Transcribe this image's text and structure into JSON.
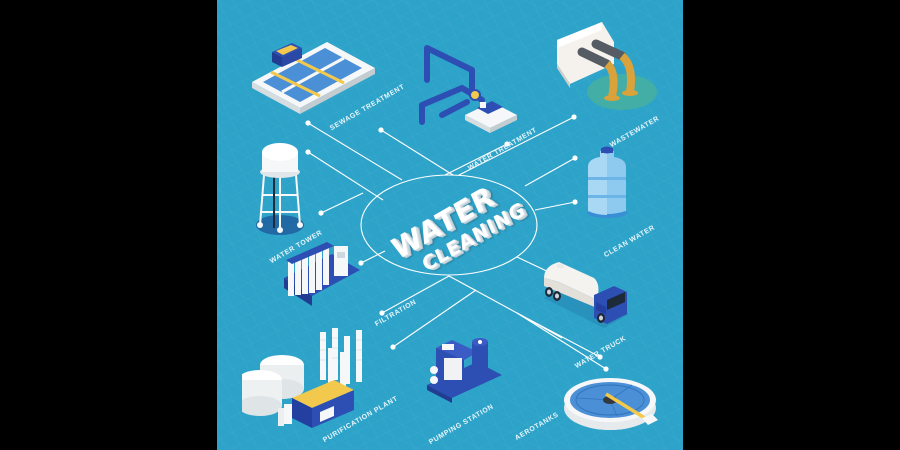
{
  "title": {
    "line1": "WATER",
    "line2": "CLEANING"
  },
  "colors": {
    "background": "#2ea3c9",
    "frame": "#000000",
    "line": "#ffffff",
    "label": "#e8f6fb",
    "accent_blue": "#2d4fb3",
    "accent_yellow": "#f2c94c",
    "wastewater": "#d9a23a"
  },
  "items": [
    {
      "id": "sewage-treatment",
      "label": "SEWAGE TREATMENT",
      "icon": "sewage-treatment-icon"
    },
    {
      "id": "water-treatment",
      "label": "WATER TREATMENT",
      "icon": "water-treatment-pipes-icon"
    },
    {
      "id": "wastewater",
      "label": "WASTEWATER",
      "icon": "wastewater-outflow-icon"
    },
    {
      "id": "water-tower",
      "label": "WATER TOWER",
      "icon": "water-tower-icon"
    },
    {
      "id": "clean-water",
      "label": "CLEAN WATER",
      "icon": "water-bottle-icon"
    },
    {
      "id": "filtration",
      "label": "FILTRATION",
      "icon": "filtration-unit-icon"
    },
    {
      "id": "water-truck",
      "label": "WATER TRUCK",
      "icon": "tank-truck-icon"
    },
    {
      "id": "purification-plant",
      "label": "PURIFICATION PLANT",
      "icon": "purification-plant-icon"
    },
    {
      "id": "pumping-station",
      "label": "PUMPING STATION",
      "icon": "pumping-station-icon"
    },
    {
      "id": "aerotanks",
      "label": "AEROTANKS",
      "icon": "aerotank-icon"
    }
  ]
}
